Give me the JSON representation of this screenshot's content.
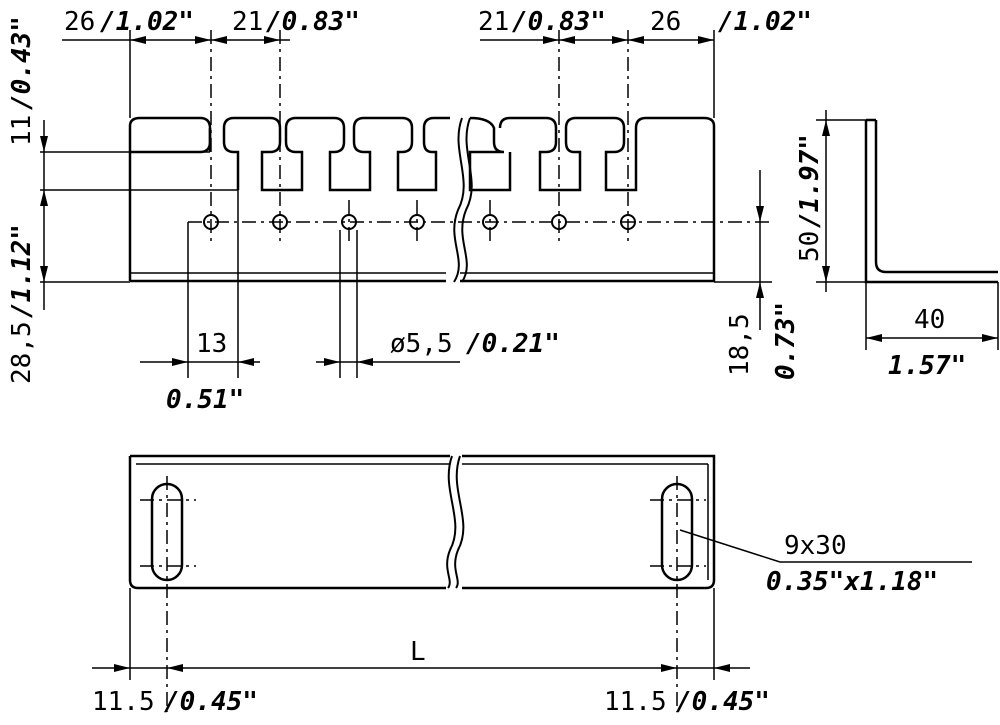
{
  "dimensions": {
    "pitch_left": {
      "metric": "26",
      "inch": "/1.02\""
    },
    "pitch_left2": {
      "metric": "21",
      "inch": "/0.83\""
    },
    "pitch_right1": {
      "metric": "21",
      "inch": "/0.83\""
    },
    "pitch_right2": {
      "metric": "26",
      "inch": "/1.02\""
    },
    "slot_depth": {
      "metric": "11",
      "inch": "/0.43\""
    },
    "hole_height": {
      "metric": "28,5",
      "inch": "/1.12\""
    },
    "hole_offset": {
      "metric": "13",
      "inch": "0.51\""
    },
    "hole_dia": {
      "metric": "ø5,5",
      "inch": "/0.21\""
    },
    "bottom_offset": {
      "metric": "18,5",
      "inch": "0.73\""
    },
    "side_height": {
      "metric": "50",
      "inch": "/1.97\""
    },
    "side_width": {
      "metric": "40",
      "inch": "1.57\""
    },
    "slot_size": {
      "metric": "9x30",
      "inch": "0.35\"x1.18\""
    },
    "length_label": "L",
    "end_left": {
      "metric": "11.5",
      "inch": "/0.45\""
    },
    "end_right": {
      "metric": "11.5",
      "inch": "/0.45\""
    }
  }
}
